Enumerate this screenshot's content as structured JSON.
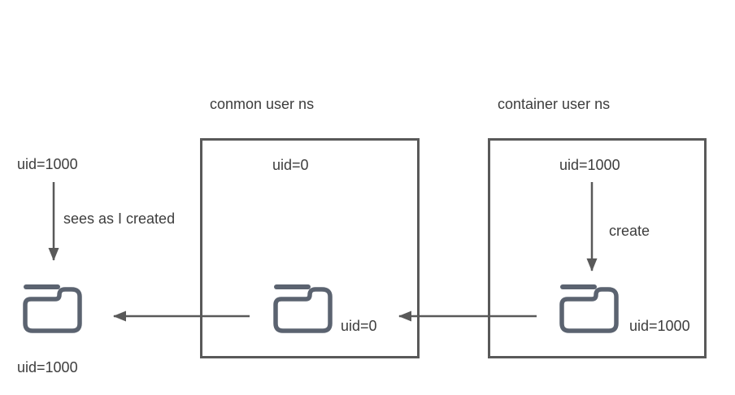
{
  "colors": {
    "line": "#595959",
    "box_border": "#595959",
    "folder_icon": "#5b6370",
    "text": "#3d3d3d",
    "background": "#ffffff"
  },
  "host": {
    "uid_label": "uid=1000",
    "arrow_label": "sees as I created",
    "folder_uid_label": "uid=1000",
    "folder_icon_name": "folder-icon"
  },
  "conmon_ns": {
    "title": "conmon user ns",
    "uid_label": "uid=0",
    "folder_uid_label": "uid=0",
    "folder_icon_name": "folder-icon"
  },
  "container_ns": {
    "title": "container user ns",
    "uid_label": "uid=1000",
    "create_arrow_label": "create",
    "folder_uid_label": "uid=1000",
    "folder_icon_name": "folder-icon"
  }
}
